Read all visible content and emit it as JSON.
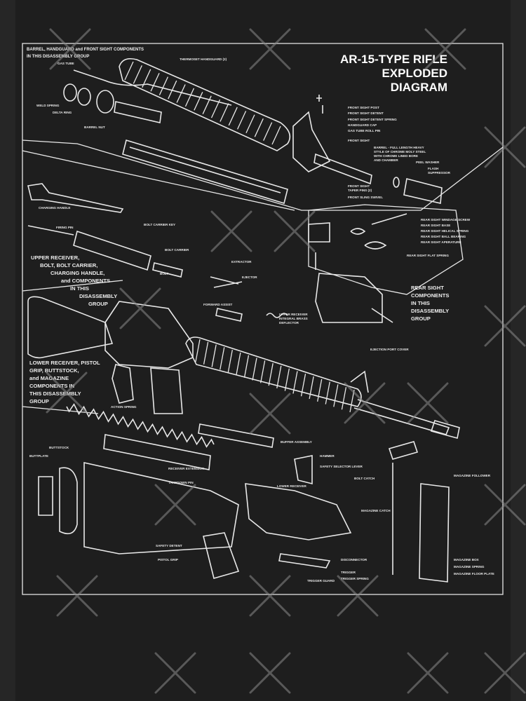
{
  "title": {
    "line1": "AR-15-TYPE RIFLE",
    "line2": "EXPLODED",
    "line3": "DIAGRAM"
  },
  "groups": {
    "barrel": [
      "BARREL, HANDGUARD and FRONT SIGHT COMPONENTS",
      "IN THIS DISASSEMBLY GROUP"
    ],
    "upper": [
      "UPPER RECEIVER,",
      "BOLT, BOLT CARRIER,",
      "CHARGING HANDLE,",
      "and COMPONENTS",
      "IN THIS",
      "DISASSEMBLY",
      "GROUP"
    ],
    "lower": [
      "LOWER RECEIVER, PISTOL",
      "GRIP, BUTTSTOCK,",
      "and MAGAZINE",
      "COMPONENTS IN",
      "THIS DISASSEMBLY",
      "GROUP"
    ],
    "rear_sight": [
      "REAR SIGHT",
      "COMPONENTS",
      "IN THIS",
      "DISASSEMBLY",
      "GROUP"
    ]
  },
  "labels": {
    "handguard": "THERMOSET HANDGUARD (2)",
    "gas_tube": "GAS TUBE",
    "weld_spring": "WELD SPRING",
    "delta_ring": "DELTA RING",
    "barrel_nut": "BARREL NUT",
    "front_sight_post": "FRONT SIGHT POST",
    "front_sight_detent": "FRONT SIGHT DETENT",
    "front_sight_detent_spring": "FRONT SIGHT DETENT SPRING",
    "handguard_cap": "HANDGUARD CAP",
    "gas_tube_roll_pin": "GAS TUBE ROLL PIN",
    "front_sight": "FRONT SIGHT",
    "barrel": [
      "BARREL - FULL LENGTH HEAVY",
      "STYLE OF CHROME MOLY STEEL",
      "WITH CHROME LINED BORE",
      "AND CHAMBER"
    ],
    "peel_washer": "PEEL WASHER",
    "flash_suppressor": [
      "FLASH",
      "SUPPRESSOR"
    ],
    "front_sight_taper_pins": [
      "FRONT SIGHT",
      "TAPER PINS (2)"
    ],
    "front_sling_swivel": "FRONT SLING SWIVEL",
    "charging_handle": "CHARGING HANDLE",
    "bolt_carrier_key": "BOLT CARRIER KEY",
    "firing_pin": "FIRING PIN",
    "bolt_carrier": "BOLT CARRIER",
    "bolt": "BOLT",
    "extractor": "EXTRACTOR",
    "ejector": "EJECTOR",
    "rear_sight_windage_screw": "REAR SIGHT WINDAGE SCREW",
    "rear_sight_base": "REAR SIGHT BASE",
    "rear_sight_helical_spring": "REAR SIGHT HELICAL SPRING",
    "rear_sight_ball_bearing": "REAR SIGHT BALL BEARING",
    "rear_sight_aperature": "REAR SIGHT APERATURE",
    "rear_sight_flat_spring": "REAR SIGHT FLAT SPRING",
    "upper_receiver": [
      "UPPER RECEIVER",
      "INTEGRAL BRASS",
      "DEFLECTOR"
    ],
    "forward_assist": "FORWARD ASSIST",
    "ejection_port_cover": "EJECTION PORT COVER",
    "action_spring": "ACTION SPRING",
    "buffer_assembly": "BUFFER ASSEMBLY",
    "buttstock": "BUTTSTOCK",
    "buttplate": "BUTTPLATE",
    "receiver_extension": "RECEIVER EXTENSION",
    "takedown_pin": "TAKEDOWN PIN",
    "lower_receiver": "LOWER RECEIVER",
    "safety_selector": "SAFETY SELECTOR LEVER",
    "hammer": "HAMMER",
    "bolt_catch": "BOLT CATCH",
    "magazine_catch": "MAGAZINE CATCH",
    "pistol_grip": "PISTOL GRIP",
    "safety_detent": "SAFETY DETENT",
    "trigger_guard": "TRIGGER GUARD",
    "disconnector": "DISCONNECTOR",
    "trigger": "TRIGGER",
    "trigger_spring": "TRIGGER SPRING",
    "magazine_follower": "MAGAZINE FOLLOWER",
    "magazine_box": "MAGAZINE BOX",
    "magazine_spring": "MAGAZINE SPRING",
    "magazine_floor_plate": "MAGAZINE FLOOR PLATE"
  },
  "colors": {
    "background": "#1e1e1e",
    "line": "#e8e8e8",
    "watermark": "#8a8a8a"
  }
}
